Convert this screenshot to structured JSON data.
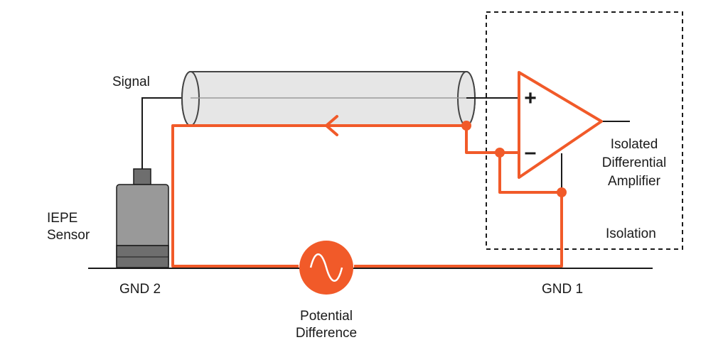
{
  "colors": {
    "ground_loop": "#f15a29",
    "wire": "#1a1a1a",
    "cable_fill": "#e6e6e6",
    "cable_stroke": "#444444",
    "sensor_body": "#999999",
    "sensor_dark": "#6e6e6e"
  },
  "labels": {
    "signal": "Signal",
    "sensor_line1": "IEPE",
    "sensor_line2": "Sensor",
    "gnd2": "GND 2",
    "gnd1": "GND 1",
    "potential_line1": "Potential",
    "potential_line2": "Difference",
    "amp_line1": "Isolated",
    "amp_line2": "Differential",
    "amp_line3": "Amplifier",
    "isolation": "Isolation",
    "plus": "+",
    "minus": "–"
  },
  "icons": {
    "source": "ac-sine-source-icon",
    "amplifier": "op-amp-triangle-icon",
    "sensor": "iepe-sensor-icon"
  }
}
